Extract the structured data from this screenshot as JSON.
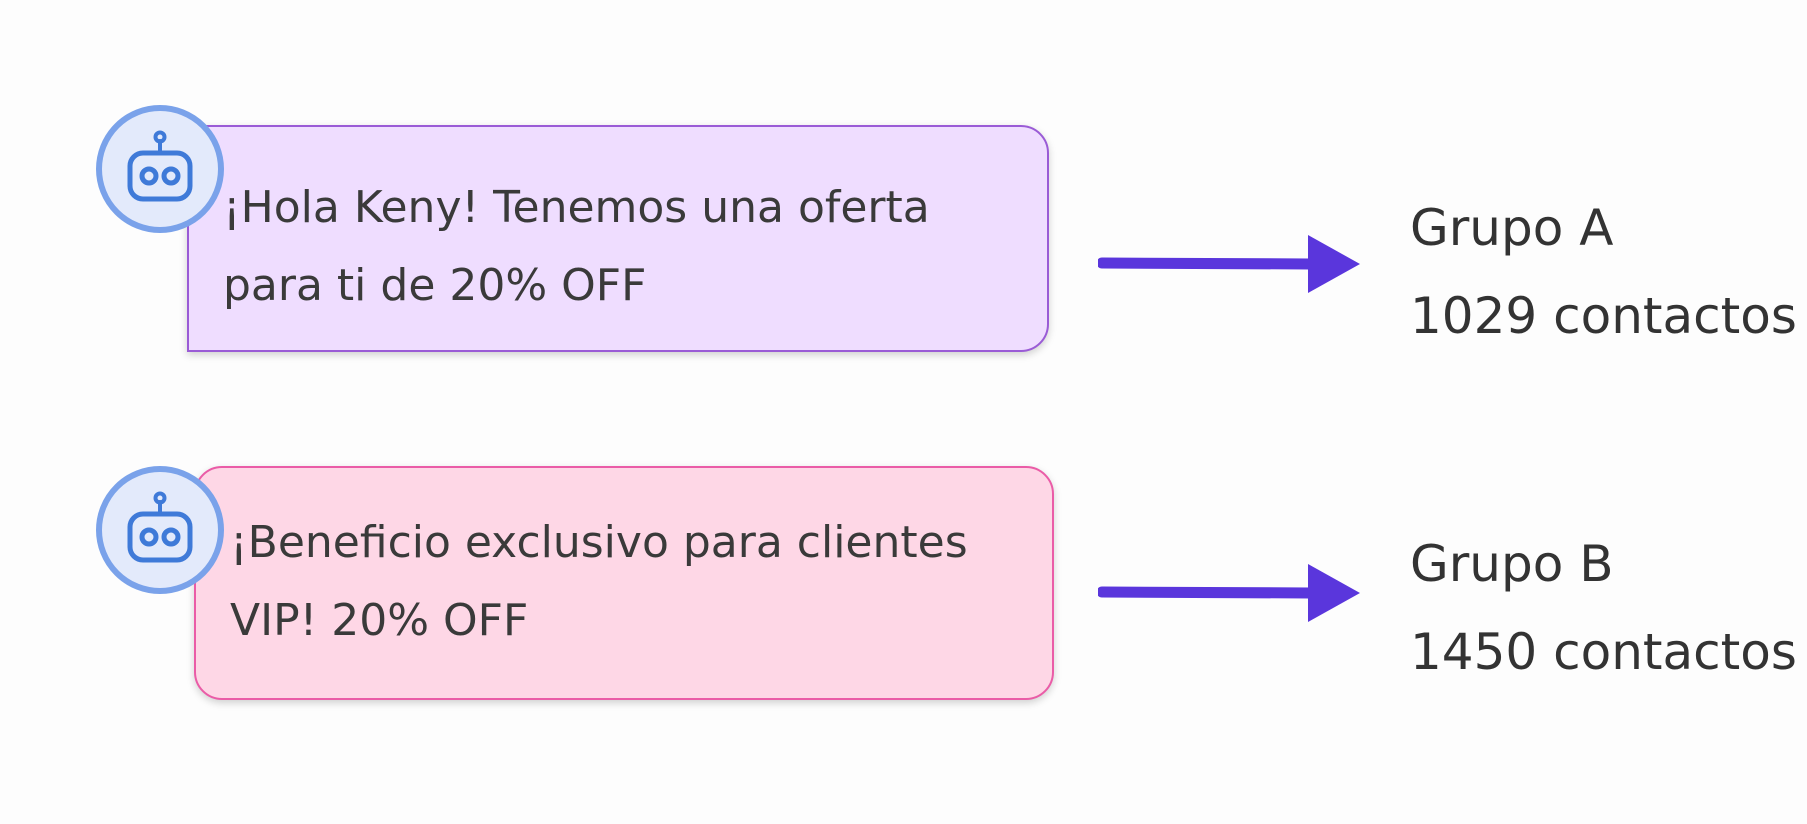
{
  "colors": {
    "bubble_a_fill": "#efddff",
    "bubble_a_border": "#9a5bd6",
    "bubble_b_fill": "#fed7e6",
    "bubble_b_border": "#ea5ca7",
    "arrow": "#5a36dc",
    "bot_icon": "#3f7ad8",
    "avatar_ring": "#7aa2ea"
  },
  "rows": [
    {
      "message_line1": "¡Hola Keny! Tenemos una oferta",
      "message_line2": "para ti de 20% OFF",
      "avatar_icon": "robot-icon",
      "group_name": "Grupo A",
      "group_count": "1029 contactos"
    },
    {
      "message_line1": "¡Beneficio exclusivo para clientes",
      "message_line2": "VIP! 20% OFF",
      "avatar_icon": "robot-icon",
      "group_name": "Grupo B",
      "group_count": "1450 contactos"
    }
  ]
}
